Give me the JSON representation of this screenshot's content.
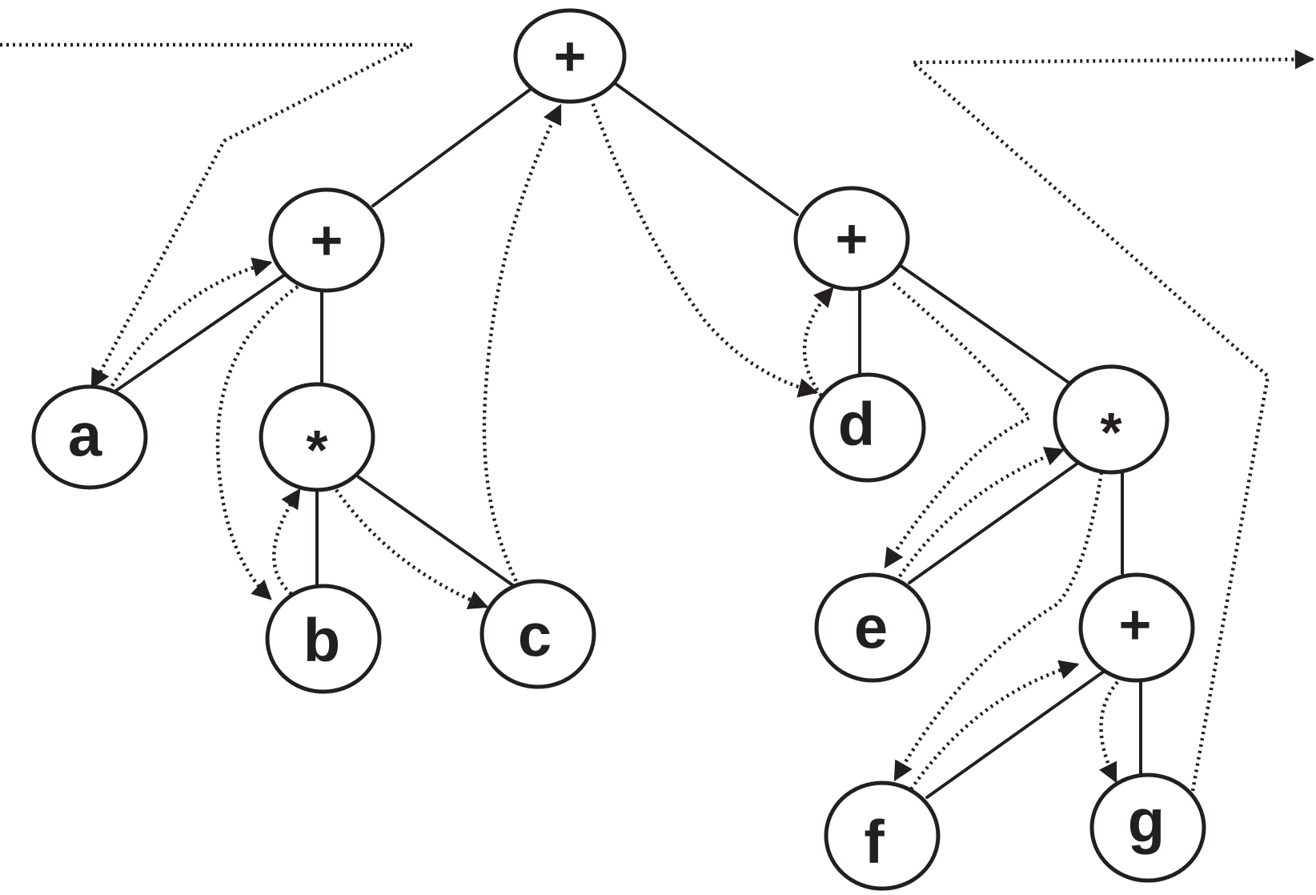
{
  "colors": {
    "ink": "#231f20",
    "background": "#ffffff"
  },
  "tree": {
    "nodes": [
      {
        "id": "root",
        "label": "+"
      },
      {
        "id": "left-plus",
        "label": "+"
      },
      {
        "id": "right-plus",
        "label": "+"
      },
      {
        "id": "leaf-a",
        "label": "a"
      },
      {
        "id": "left-star",
        "label": "*"
      },
      {
        "id": "leaf-b",
        "label": "b"
      },
      {
        "id": "leaf-c",
        "label": "c"
      },
      {
        "id": "leaf-d",
        "label": "d"
      },
      {
        "id": "right-star",
        "label": "*"
      },
      {
        "id": "leaf-e",
        "label": "e"
      },
      {
        "id": "inner-plus",
        "label": "+"
      },
      {
        "id": "leaf-f",
        "label": "f"
      },
      {
        "id": "leaf-g",
        "label": "g"
      }
    ],
    "edges": [
      [
        "root",
        "left-plus"
      ],
      [
        "root",
        "right-plus"
      ],
      [
        "left-plus",
        "leaf-a"
      ],
      [
        "left-plus",
        "left-star"
      ],
      [
        "left-star",
        "leaf-b"
      ],
      [
        "left-star",
        "leaf-c"
      ],
      [
        "right-plus",
        "leaf-d"
      ],
      [
        "right-plus",
        "right-star"
      ],
      [
        "right-star",
        "leaf-e"
      ],
      [
        "right-star",
        "inner-plus"
      ],
      [
        "inner-plus",
        "leaf-f"
      ],
      [
        "inner-plus",
        "leaf-g"
      ]
    ]
  }
}
